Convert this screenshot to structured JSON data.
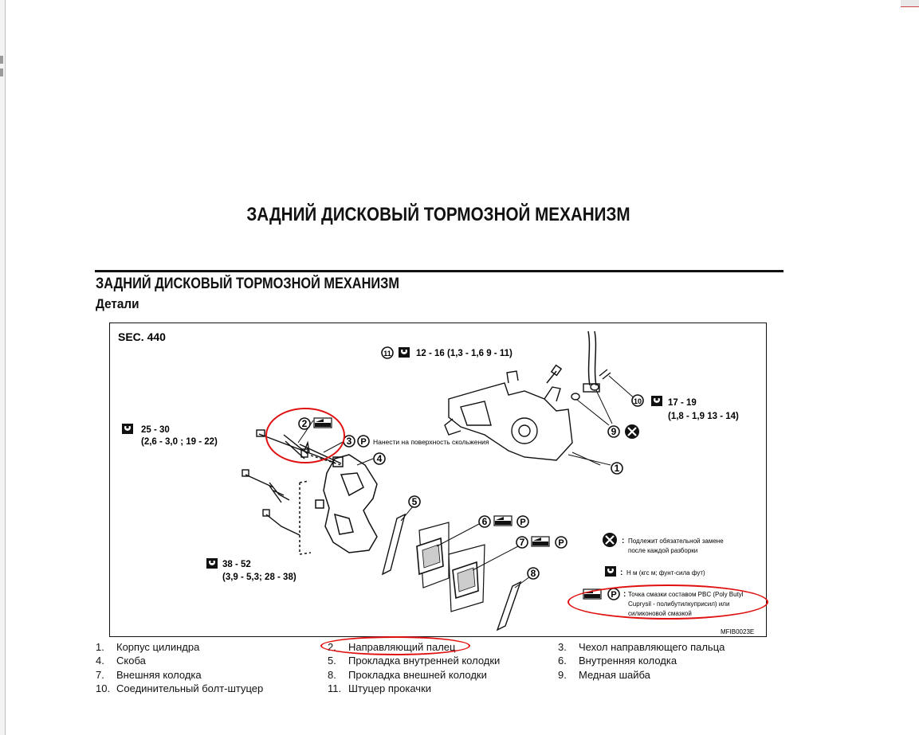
{
  "page": {
    "title": "ЗАДНИЙ ДИСКОВЫЙ ТОРМОЗНОЙ МЕХАНИЗМ",
    "section_title": "ЗАДНИЙ ДИСКОВЫЙ ТОРМОЗНОЙ МЕХАНИЗМ",
    "section_subtitle": "Детали"
  },
  "figure": {
    "sec": "SEC. 440",
    "code": "MFIB0023E",
    "torque_11": "12 - 16 (1,3 - 1,6  9 - 11)",
    "torque_10_a": "17 - 19",
    "torque_10_b": "(1,8 - 1,9  13 - 14)",
    "torque_left_a": "25 - 30",
    "torque_left_b": "(2,6 - 3,0 ; 19 - 22)",
    "torque_bottom_a": "38 - 52",
    "torque_bottom_b": "(3,9 - 5,3; 28 - 38)",
    "slide_note": "Нанести на поверхность скольжения",
    "key_replace_a": "Подлежит обязательной замене",
    "key_replace_b": "после каждой разборки",
    "key_torque": "Н м (кгс м; фунт-сила фут)",
    "key_grease_a": "Точка смазки составом PBC (Poly Butyl",
    "key_grease_b": "Cuprysil - полибутилкуприсил) или",
    "key_grease_c": "силиконовой смазкой",
    "callouts": [
      "1",
      "2",
      "3",
      "4",
      "5",
      "6",
      "7",
      "8",
      "9",
      "10",
      "11"
    ],
    "p_symbol": "P"
  },
  "legend": [
    {
      "num": "1.",
      "text": "Корпус цилиндра"
    },
    {
      "num": "2.",
      "text": "Направляющий палец"
    },
    {
      "num": "3.",
      "text": "Чехол направляющего пальца"
    },
    {
      "num": "4.",
      "text": "Скоба"
    },
    {
      "num": "5.",
      "text": "Прокладка внутренней колодки"
    },
    {
      "num": "6.",
      "text": "Внутренняя колодка"
    },
    {
      "num": "7.",
      "text": "Внешняя колодка"
    },
    {
      "num": "8.",
      "text": "Прокладка внешней колодки"
    },
    {
      "num": "9.",
      "text": "Медная шайба"
    },
    {
      "num": "10.",
      "text": "Соединительный болт-штуцер"
    },
    {
      "num": "11.",
      "text": "Штуцер прокачки"
    }
  ],
  "colors": {
    "annotation": "#e01010",
    "ink": "#111111"
  }
}
